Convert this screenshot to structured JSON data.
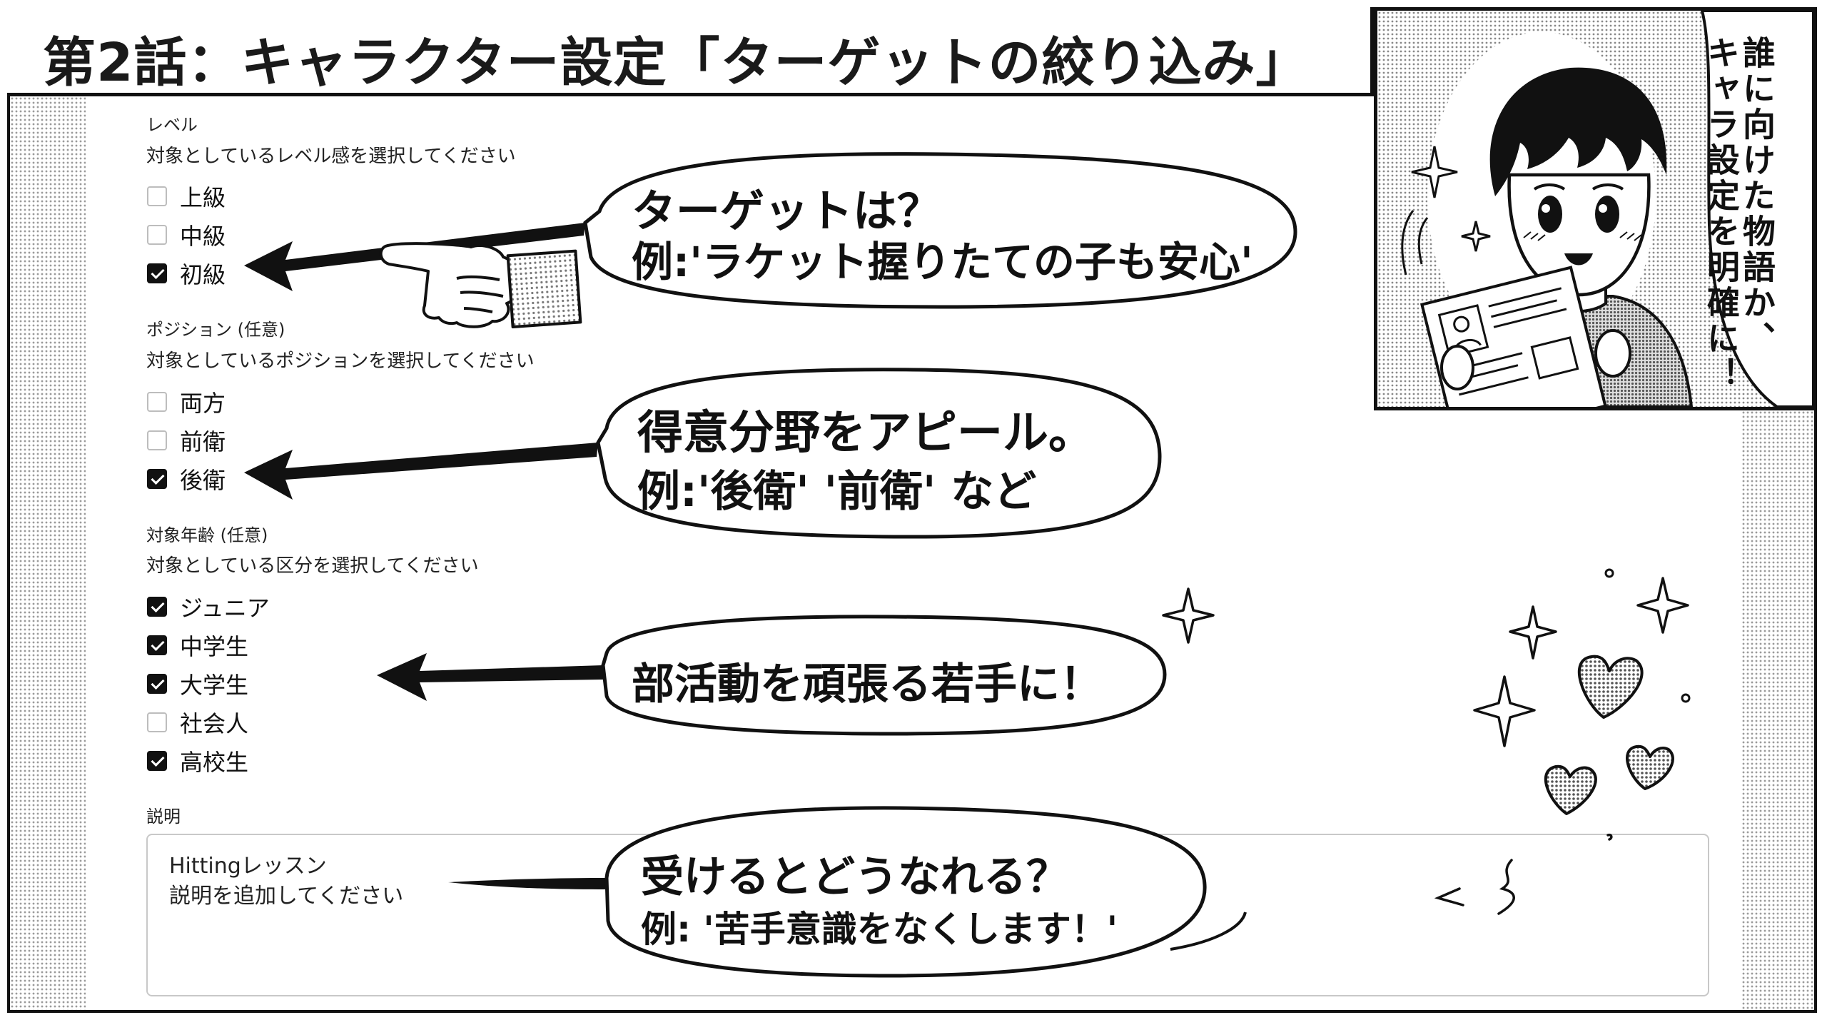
{
  "title": "第2話：キャラクター設定「ターゲットの絞り込み」",
  "form": {
    "level": {
      "label": "レベル",
      "help": "対象としているレベル感を選択してください",
      "options": [
        {
          "label": "上級",
          "checked": false
        },
        {
          "label": "中級",
          "checked": false
        },
        {
          "label": "初級",
          "checked": true
        }
      ]
    },
    "position": {
      "label": "ポジション (任意)",
      "help": "対象としているポジションを選択してください",
      "options": [
        {
          "label": "両方",
          "checked": false
        },
        {
          "label": "前衛",
          "checked": false
        },
        {
          "label": "後衛",
          "checked": true
        }
      ]
    },
    "age": {
      "label": "対象年齢 (任意)",
      "help": "対象としている区分を選択してください",
      "options": [
        {
          "label": "ジュニア",
          "checked": true
        },
        {
          "label": "中学生",
          "checked": true
        },
        {
          "label": "大学生",
          "checked": true
        },
        {
          "label": "社会人",
          "checked": false
        },
        {
          "label": "高校生",
          "checked": true
        }
      ]
    },
    "description": {
      "label": "説明",
      "title_value": "Hittingレッスン",
      "placeholder": "説明を追加してください"
    }
  },
  "bubbles": {
    "target": {
      "line1": "ターゲットは？",
      "line2": "例:'ラケット握りたての子も安心'"
    },
    "specialty": {
      "line1": "得意分野をアピール。",
      "line2": "例:'後衛'  '前衛' など"
    },
    "club": {
      "line1": "部活動を頑張る若手に！"
    },
    "benefit": {
      "line1": "受けるとどうなれる？",
      "line2": "例: '苦手意識をなくします！'"
    }
  },
  "panel": {
    "speech_col1": "誰に向けた物語か、",
    "speech_col2": "キャラ設定を明確に！"
  },
  "colors": {
    "ink": "#111111",
    "checkbox_border": "#bdbdbd",
    "tone": "#9a9a9a"
  }
}
